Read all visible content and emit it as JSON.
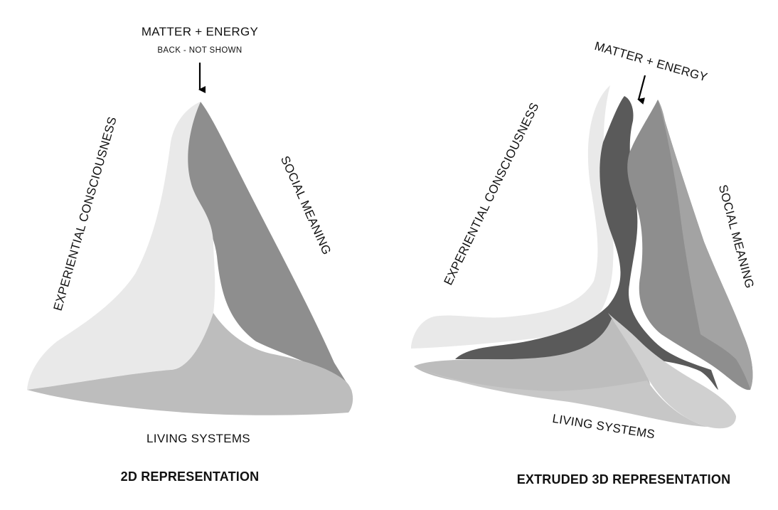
{
  "left_diagram": {
    "top_label": "MATTER + ENERGY",
    "top_sublabel": "BACK - NOT SHOWN",
    "left_label": "EXPERIENTIAL CONSCIOUSNESS",
    "right_label": "SOCIAL MEANING",
    "bottom_label": "LIVING SYSTEMS",
    "caption": "2D REPRESENTATION"
  },
  "right_diagram": {
    "top_label": "MATTER + ENERGY",
    "left_label": "EXPERIENTIAL CONSCIOUSNESS",
    "right_label": "SOCIAL MEANING",
    "bottom_label": "LIVING SYSTEMS",
    "caption": "EXTRUDED 3D REPRESENTATION"
  },
  "colors": {
    "light_gray": "#e9e9e9",
    "mid_gray": "#bdbdbd",
    "dark_gray": "#8e8e8e",
    "darkest_gray": "#5a5a5a",
    "arrow": "#000000"
  }
}
